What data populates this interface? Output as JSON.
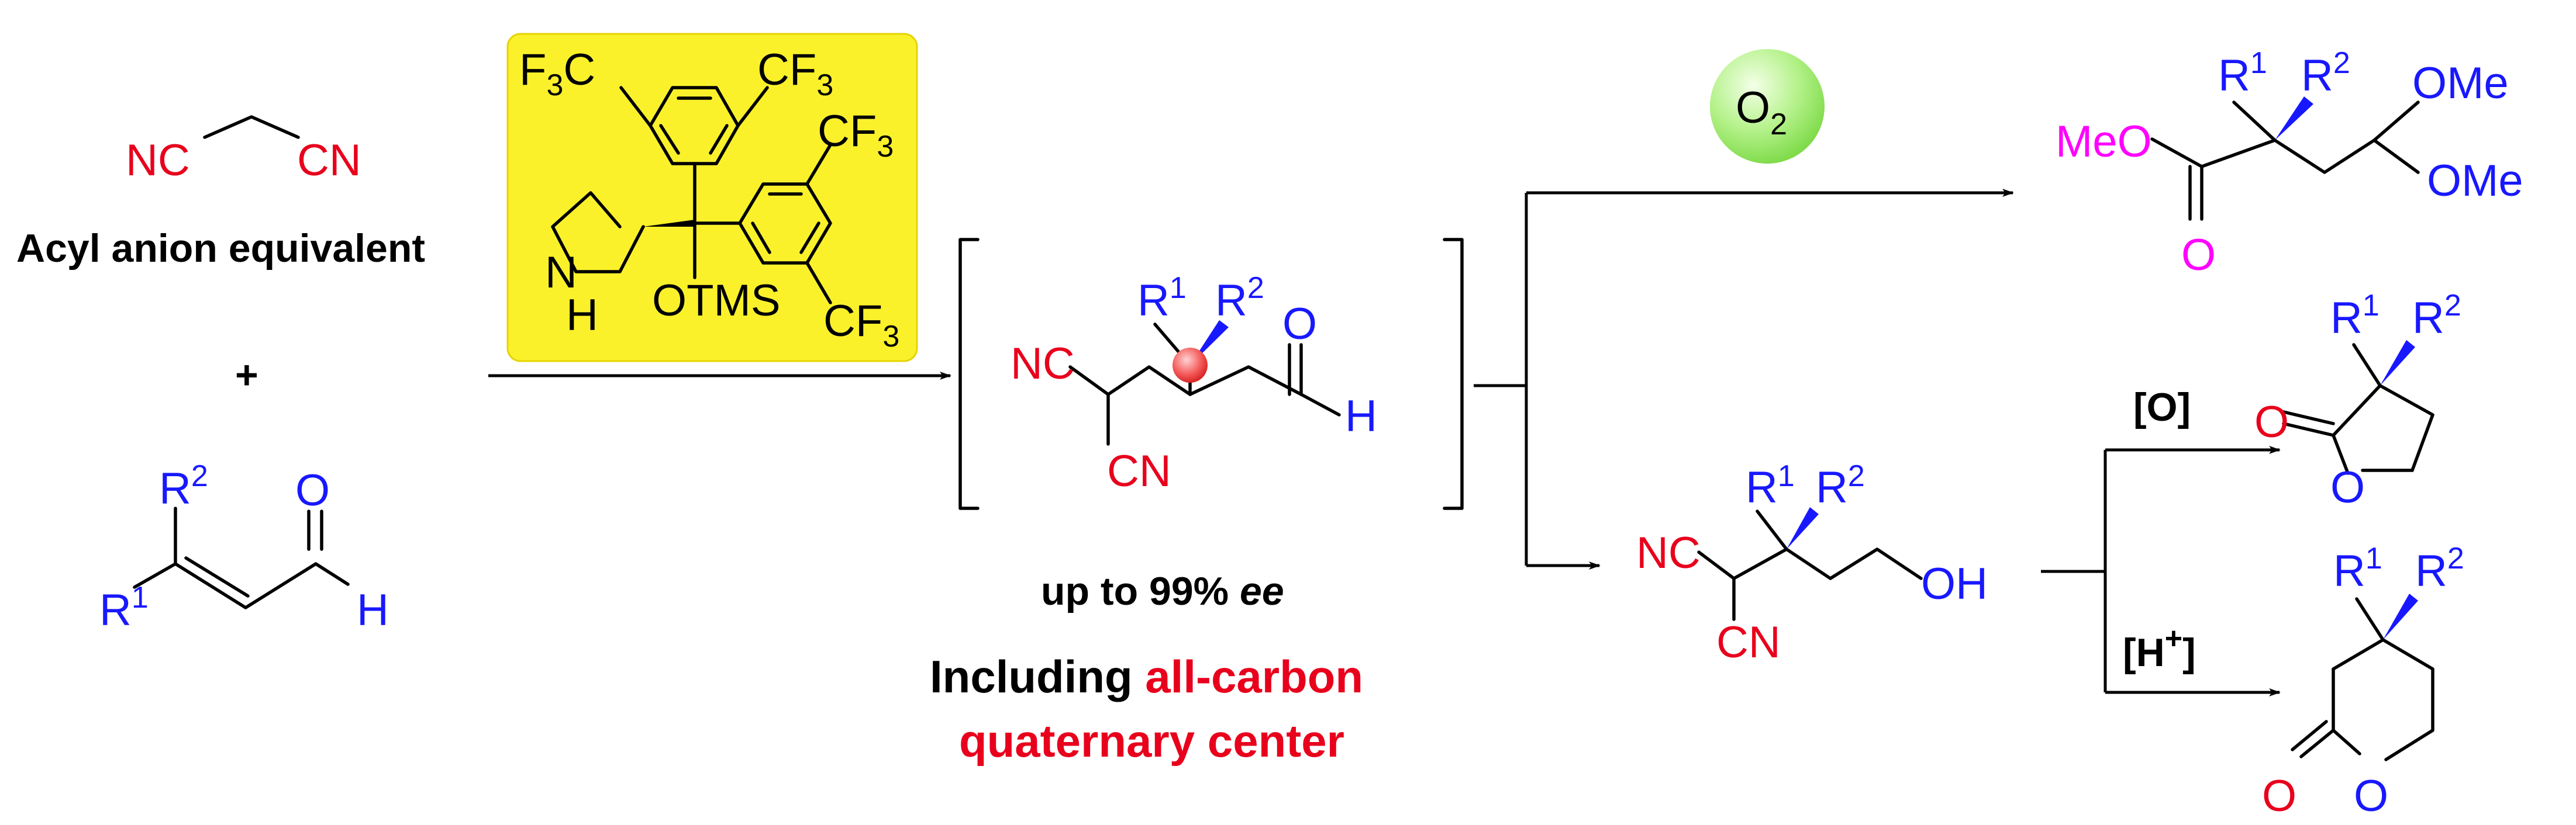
{
  "colors": {
    "red": "#e8001c",
    "blue": "#1818ff",
    "magenta": "#ff00ff",
    "black": "#000000",
    "catalyst_bg": "#fbf12b",
    "o2_bubble": "#a8f07a"
  },
  "left": {
    "reagent_label": "Acyl anion equivalent",
    "plus": "+",
    "nc": "NC",
    "cn": "CN"
  },
  "enal": {
    "r1": "R",
    "r1_sup": "1",
    "r2": "R",
    "r2_sup": "2",
    "o": "O",
    "h": "H"
  },
  "catalyst": {
    "cf3_main": "CF",
    "cf3_sub": "3",
    "f3c_main": "F",
    "f3c_sub": "3",
    "f3c_tail": "C",
    "nh_n": "N",
    "nh_h": "H",
    "otms": "OTMS"
  },
  "intermediate": {
    "nc": "NC",
    "cn": "CN",
    "r1": "R",
    "r1_sup": "1",
    "r2": "R",
    "r2_sup": "2",
    "o": "O",
    "h": "H"
  },
  "notes": {
    "ee_prefix": "up to 99% ",
    "ee_italic": "ee",
    "quat_line1_black": "Including ",
    "quat_line1_red": "all-carbon",
    "quat_line2_red": "quaternary center"
  },
  "o2": {
    "o": "O",
    "sub": "2"
  },
  "ester": {
    "meo": "MeO",
    "o": "O",
    "r1": "R",
    "r1_sup": "1",
    "r2": "R",
    "r2_sup": "2",
    "ome_top": "OMe",
    "ome_bottom": "OMe"
  },
  "alcohol": {
    "nc": "NC",
    "cn": "CN",
    "r1": "R",
    "r1_sup": "1",
    "r2": "R",
    "r2_sup": "2",
    "oh": "OH"
  },
  "conditions": {
    "oxidation": "[O]",
    "acid_main": "[H",
    "acid_sup": "+",
    "acid_tail": "]"
  },
  "lactone5": {
    "o_carbonyl": "O",
    "o_ring": "O",
    "r1": "R",
    "r1_sup": "1",
    "r2": "R",
    "r2_sup": "2"
  },
  "lactone6": {
    "o_carbonyl": "O",
    "o_ring": "O",
    "r1": "R",
    "r1_sup": "1",
    "r2": "R",
    "r2_sup": "2"
  }
}
